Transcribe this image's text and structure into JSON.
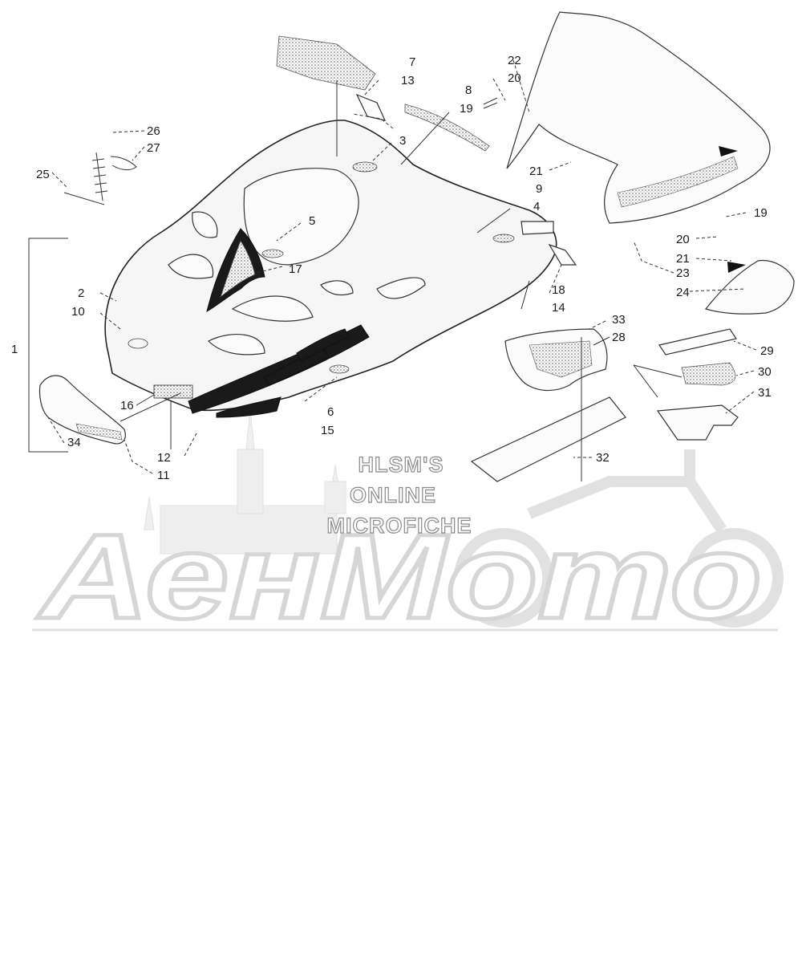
{
  "callouts": [
    {
      "label": "1"
    },
    {
      "label": "2"
    },
    {
      "label": "3"
    },
    {
      "label": "4"
    },
    {
      "label": "5"
    },
    {
      "label": "6"
    },
    {
      "label": "7"
    },
    {
      "label": "8"
    },
    {
      "label": "9"
    },
    {
      "label": "10"
    },
    {
      "label": "11"
    },
    {
      "label": "12"
    },
    {
      "label": "13"
    },
    {
      "label": "14"
    },
    {
      "label": "15"
    },
    {
      "label": "16"
    },
    {
      "label": "17"
    },
    {
      "label": "18"
    },
    {
      "label": "19"
    },
    {
      "label": "19"
    },
    {
      "label": "20"
    },
    {
      "label": "20"
    },
    {
      "label": "21"
    },
    {
      "label": "21"
    },
    {
      "label": "22"
    },
    {
      "label": "23"
    },
    {
      "label": "24"
    },
    {
      "label": "25"
    },
    {
      "label": "26"
    },
    {
      "label": "27"
    },
    {
      "label": "28"
    },
    {
      "label": "29"
    },
    {
      "label": "30"
    },
    {
      "label": "31"
    },
    {
      "label": "32"
    },
    {
      "label": "33"
    },
    {
      "label": "34"
    }
  ],
  "watermark": {
    "line1": "HLSM'S",
    "line2": "ONLINE",
    "line3": "MICROFICHE",
    "brand": "АенМото"
  },
  "colors": {
    "ink": "#1a1a1a",
    "watermark_outline": "#8a8a8a",
    "brand_outline": "#d2d2d2"
  }
}
